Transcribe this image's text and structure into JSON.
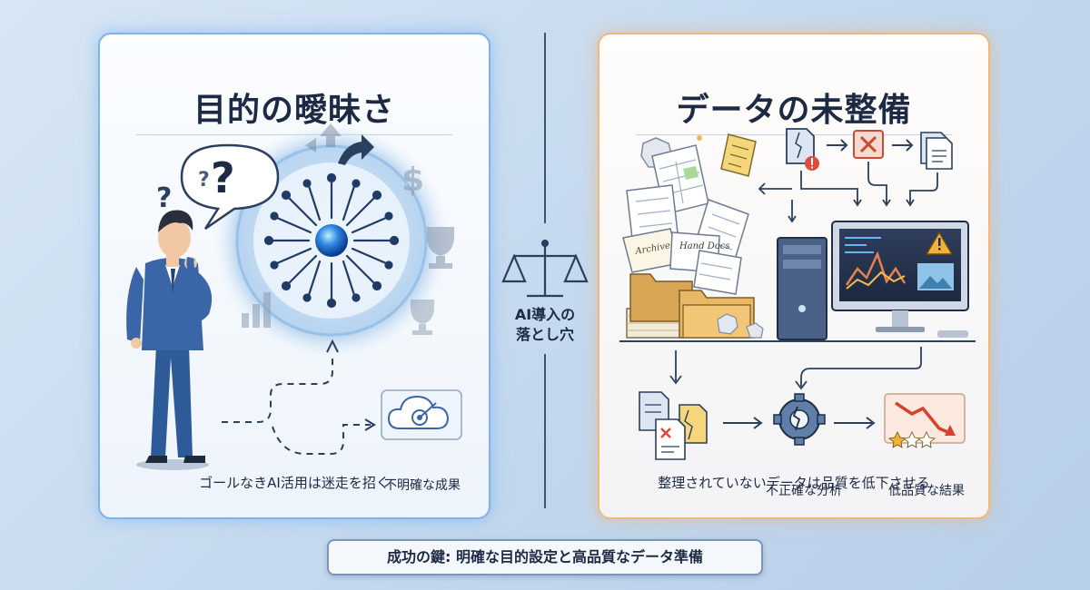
{
  "left_panel": {
    "title": "目的の曖昧さ",
    "caption": "ゴールなきAI活用は迷走を招く",
    "outcome_label": "不明確な成果",
    "symbols": {
      "question_big": "?",
      "question_small": "?",
      "dollar": "$"
    }
  },
  "right_panel": {
    "title": "データの未整備",
    "caption": "整理されていないデータは品質を低下させる",
    "analysis_label": "不正確な分析",
    "result_label": "低品質な結果",
    "paper_text_1": "Hand Docs",
    "paper_text_2": "Archive"
  },
  "center": {
    "line1": "AI導入の",
    "line2": "落とし穴"
  },
  "banner": "成功の鍵: 明確な目的設定と高品質なデータ準備",
  "colors": {
    "left_border": "#7fb3e6",
    "right_border": "#f0b97c",
    "suit": "#3a66a8",
    "text_dark": "#1d2a44",
    "folder": "#e9b867",
    "alert": "#e04b3a"
  }
}
